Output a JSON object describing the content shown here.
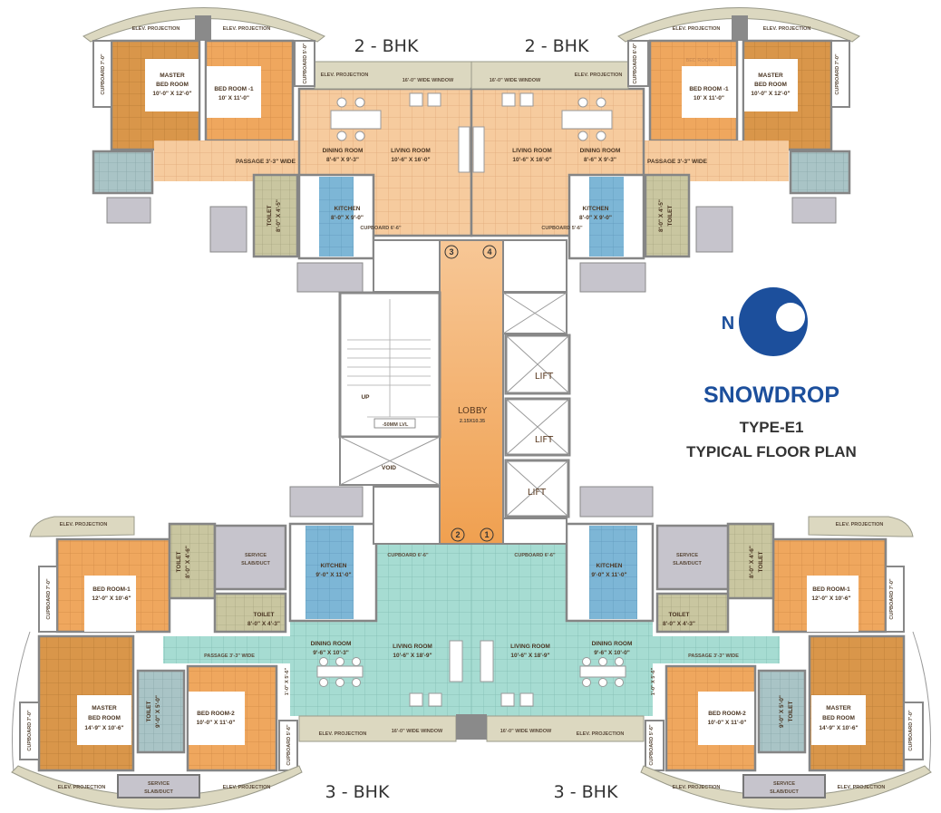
{
  "title": {
    "project": "SNOWDROP",
    "type": "TYPE-E1",
    "plan": "TYPICAL FLOOR PLAN"
  },
  "north": {
    "label": "N",
    "icon": "north-arrow-circle"
  },
  "colors": {
    "brand_blue": "#1c4f9c",
    "bedroom_dark": "#d9964a",
    "bedroom": "#efa75e",
    "living_2bhk": "#f6cb9e",
    "living_3bhk": "#a6dcd2",
    "kitchen": "#7db6d6",
    "toilet": "#c9c6a0",
    "bath": "#a9c4c6",
    "lobby": "#f2a860",
    "projection": "#dcd8c0",
    "service": "#c6c4cc"
  },
  "units": {
    "top_left": {
      "heading": "2 - BHK",
      "elev1": "ELEV. PROJECTION",
      "elev2": "ELEV. PROJECTION",
      "elev3": "ELEV. PROJECTION",
      "window": "16'-0\" WIDE WINDOW",
      "cupboard_a": "CUPBOARD 7'-0\"",
      "cupboard_b": "CUPBOARD 5'-0\"",
      "cupboard_c": "CUPBOARD 6'-6\"",
      "master": {
        "name1": "MASTER",
        "name2": "BED ROOM",
        "dims": "10'-0\" X 12'-0\""
      },
      "bed1": {
        "name": "BED ROOM -1",
        "dims": "10' X 11'-0\""
      },
      "dining": {
        "name": "DINING ROOM",
        "dims": "8'-6\" X 9'-3\""
      },
      "living": {
        "name": "LIVING ROOM",
        "dims": "10'-6\" X 16'-0\""
      },
      "passage": "PASSAGE 3'-3\" WIDE",
      "toilet": {
        "name": "TOILET",
        "dims": "8'-0\" X 4'-5\""
      },
      "kitchen": {
        "name": "KITCHEN",
        "dims": "8'-0\" X 9'-0\""
      }
    },
    "top_right": {
      "heading": "2 - BHK",
      "elev1": "ELEV. PROJECTION",
      "elev2": "ELEV. PROJECTION",
      "elev3": "ELEV. PROJECTION",
      "window": "16'-0\" WIDE WINDOW",
      "cupboard_a": "CUPBOARD 7'-0\"",
      "cupboard_b": "CUPBOARD 6'-0\"",
      "cupboard_c": "CUPBOARD 5'-6\"",
      "bed1_tag": "BED ROOM-1",
      "master": {
        "name1": "MASTER",
        "name2": "BED ROOM",
        "dims": "10'-0\" X 12'-0\""
      },
      "bed1": {
        "name": "BED ROOM -1",
        "dims": "10' X 11'-0\""
      },
      "dining": {
        "name": "DINING ROOM",
        "dims": "8'-6\" X 9'-3\""
      },
      "living": {
        "name": "LIVING ROOM",
        "dims": "10'-6\" X 16'-0\""
      },
      "passage": "PASSAGE 3'-3\" WIDE",
      "toilet": {
        "name": "TOILET",
        "dims": "8'-0\" X 4'-5\""
      },
      "kitchen": {
        "name": "KITCHEN",
        "dims": "8'-0\" X 9'-0\""
      }
    },
    "bottom_left": {
      "heading": "3 - BHK",
      "elev1": "ELEV. PROJECTION",
      "elev2": "ELEV. PROJECTION",
      "elev3": "ELEV. PROJECTION",
      "elev4": "ELEV. PROJECTION",
      "window": "16'-0\" WIDE WINDOW",
      "bed1": {
        "name": "BED ROOM-1",
        "dims": "12'-0\" X 10'-6\""
      },
      "cupboard_a": "CUPBOARD 7'-0\"",
      "cupboard_m": "CUPBOARD 7'-0\"",
      "cupboard_c": "CUPBOARD 6'-6\"",
      "cupboard_d": "CUPBOARD 5'-6\"",
      "toilet_a": {
        "name": "TOILET",
        "dims": "8'-0\" X 4'-6\""
      },
      "service_a": [
        "SERVICE",
        "SLAB/DUCT"
      ],
      "toilet_b": {
        "name": "TOILET",
        "dims": "8'-0\" X 4'-3\""
      },
      "kitchen": {
        "name": "KITCHEN",
        "dims": "9'-0\" X 11'-0\""
      },
      "dining": {
        "name": "DINING ROOM",
        "dims": "9'-6\" X 10'-3\""
      },
      "living": {
        "name": "LIVING ROOM",
        "dims": "10'-6\" X 18'-9\""
      },
      "passage": "PASSAGE 3'-3\" WIDE",
      "master": {
        "name1": "MASTER",
        "name2": "BED ROOM",
        "dims": "14'-9\" X 10'-6\""
      },
      "toilet_c": {
        "name": "TOILET",
        "dims": "9'-0\" X 5'-0\""
      },
      "bed2": {
        "name": "BED ROOM-2",
        "dims": "10'-0\" X 11'-0\""
      },
      "niche": "1'-0\" X 5'-6\"",
      "service_b": [
        "SERVICE",
        "SLAB/DUCT"
      ]
    },
    "bottom_right": {
      "heading": "3 - BHK",
      "elev1": "ELEV. PROJECTION",
      "elev2": "ELEV. PROJECTION",
      "elev3": "ELEV. PROJECTION",
      "elev4": "ELEV. PROJECTION",
      "window": "16'-0\" WIDE WINDOW",
      "bed1": {
        "name": "BED ROOM-1",
        "dims": "12'-0\" X 10'-6\""
      },
      "cupboard_a": "CUPBOARD 7'-0\"",
      "cupboard_m": "CUPBOARD 7'-0\"",
      "cupboard_c": "CUPBOARD 6'-6\"",
      "cupboard_d": "CUPBOARD 5'-6\"",
      "toilet_a": {
        "name": "TOILET",
        "dims": "8'-0\" X 4'-6\""
      },
      "service_a": [
        "SERVICE",
        "SLAB/DUCT"
      ],
      "toilet_b": {
        "name": "TOILET",
        "dims": "8'-0\" X 4'-3\""
      },
      "kitchen": {
        "name": "KITCHEN",
        "dims": "9'-0\" X 11'-0\""
      },
      "dining": {
        "name": "DINING ROOM",
        "dims": "9'-6\" X 10'-0\""
      },
      "living": {
        "name": "LIVING ROOM",
        "dims": "10'-6\" X 18'-9\""
      },
      "passage": "PASSAGE 3'-3\" WIDE",
      "master": {
        "name1": "MASTER",
        "name2": "BED ROOM",
        "dims": "14'-9\" X 10'-6\""
      },
      "toilet_c": {
        "name": "TOILET",
        "dims": "9'-0\" X 5'-0\""
      },
      "bed2": {
        "name": "BED ROOM-2",
        "dims": "10'-0\" X 11'-0\""
      },
      "niche": "1'-0\" X 5'-6\"",
      "service_b": [
        "SERVICE",
        "SLAB/DUCT"
      ]
    }
  },
  "core": {
    "lobby": "LOBBY",
    "lobby_dims": "2.15X10.35",
    "lifts": [
      "LIFT",
      "LIFT",
      "LIFT"
    ],
    "stair": "UP",
    "level": "-50MM LVL",
    "void": "VOID",
    "flats": [
      "1",
      "2",
      "3",
      "4"
    ]
  }
}
